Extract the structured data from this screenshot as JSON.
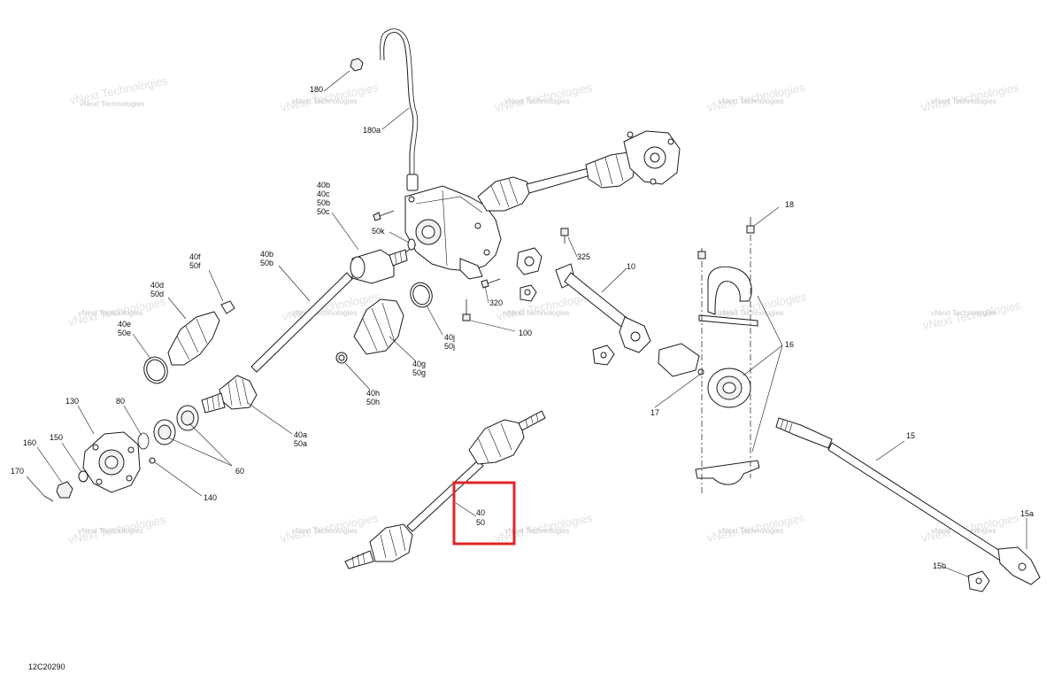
{
  "diagram": {
    "code": "12C20290",
    "watermark": "vNext Technologies",
    "highlight_color": "#e0242a",
    "highlighted_callout": [
      "40",
      "50"
    ]
  },
  "callouts": {
    "c180": "180",
    "c180a": "180a",
    "c40b_a": "40b",
    "c40c": "40c",
    "c50b_a": "50b",
    "c50c": "50c",
    "c50k": "50k",
    "c40f": "40f",
    "c50f": "50f",
    "c40d": "40d",
    "c50d": "50d",
    "c40e": "40e",
    "c50e": "50e",
    "c40b_b": "40b",
    "c50b_b": "50b",
    "c40j": "40j",
    "c50j": "50j",
    "c40g": "40g",
    "c50g": "50g",
    "c40h": "40h",
    "c50h": "50h",
    "c40a": "40a",
    "c50a": "50a",
    "c130": "130",
    "c80": "80",
    "c160": "160",
    "c150": "150",
    "c170": "170",
    "c60": "60",
    "c140": "140",
    "c40": "40",
    "c50": "50",
    "c320": "320",
    "c100": "100",
    "c325": "325",
    "c10": "10",
    "c18": "18",
    "c16": "16",
    "c17": "17",
    "c15": "15",
    "c15a": "15a",
    "c15b": "15b"
  }
}
